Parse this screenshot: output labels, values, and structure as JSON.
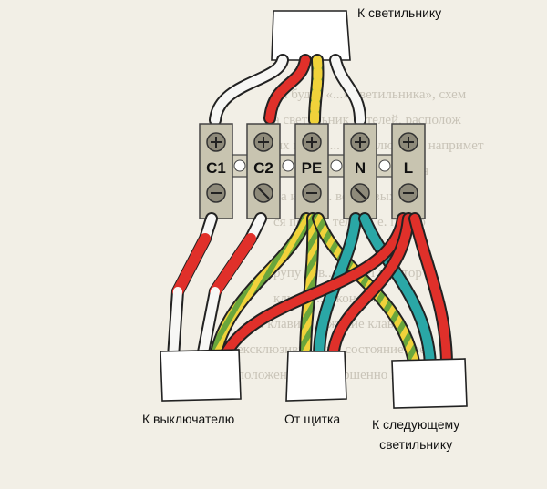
{
  "labels": {
    "to_light": "К светильнику",
    "to_switch": "К выключателю",
    "from_panel": "От щитка",
    "to_next_light_line1": "К следующему",
    "to_next_light_line2": "светильнику"
  },
  "terminals": [
    "C1",
    "C2",
    "PE",
    "N",
    "L"
  ],
  "colors": {
    "red": "#e0302a",
    "green": "#6aa63c",
    "yellow": "#f0d23a",
    "blue": "#2aa7a6",
    "white": "#f7f7f5",
    "terminal_block": "#c8c4b0"
  }
}
